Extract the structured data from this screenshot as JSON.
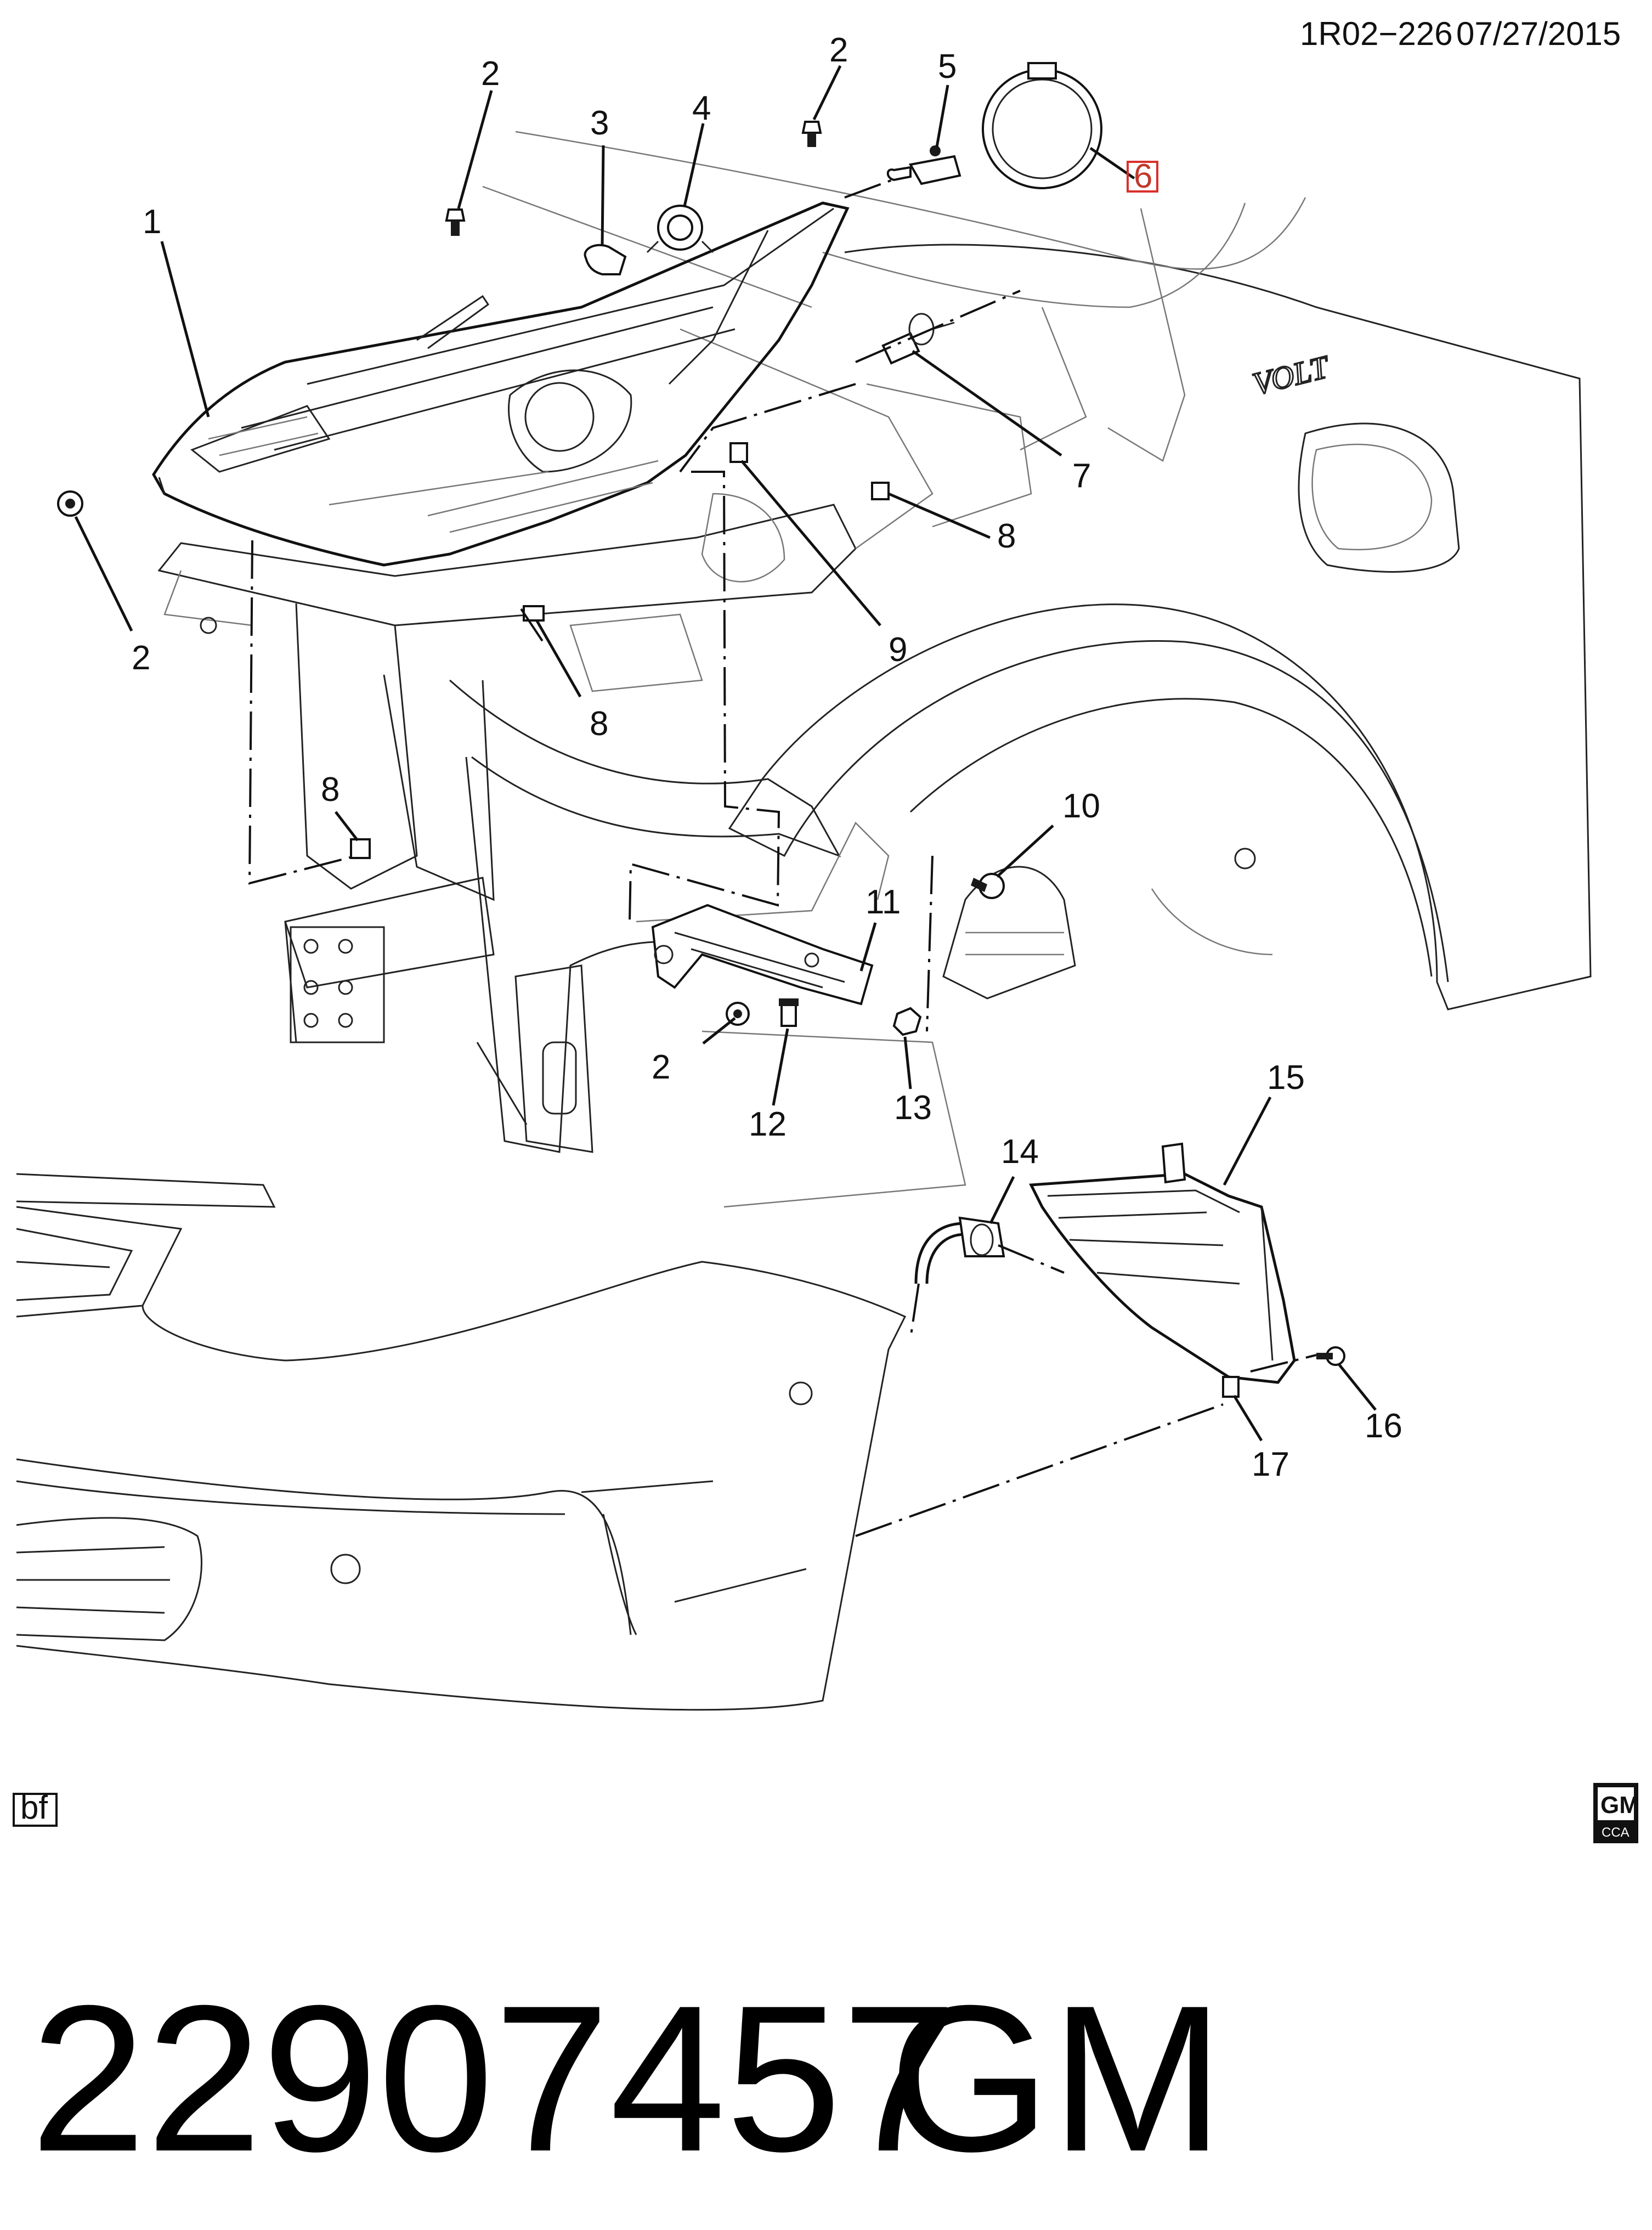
{
  "header": {
    "code": "1R02−226",
    "date": "07/27/2015"
  },
  "callouts": [
    {
      "id": "c1",
      "label": "1"
    },
    {
      "id": "c2a",
      "label": "2"
    },
    {
      "id": "c2b",
      "label": "2"
    },
    {
      "id": "c2c",
      "label": "2"
    },
    {
      "id": "c2d",
      "label": "2"
    },
    {
      "id": "c3",
      "label": "3"
    },
    {
      "id": "c4",
      "label": "4"
    },
    {
      "id": "c5",
      "label": "5"
    },
    {
      "id": "c6",
      "label": "6"
    },
    {
      "id": "c7",
      "label": "7"
    },
    {
      "id": "c8a",
      "label": "8"
    },
    {
      "id": "c8b",
      "label": "8"
    },
    {
      "id": "c8c",
      "label": "8"
    },
    {
      "id": "c9",
      "label": "9"
    },
    {
      "id": "c10",
      "label": "10"
    },
    {
      "id": "c11",
      "label": "11"
    },
    {
      "id": "c12",
      "label": "12"
    },
    {
      "id": "c13",
      "label": "13"
    },
    {
      "id": "c14",
      "label": "14"
    },
    {
      "id": "c15",
      "label": "15"
    },
    {
      "id": "c16",
      "label": "16"
    },
    {
      "id": "c17",
      "label": "17"
    }
  ],
  "fender_badge": "VOLT",
  "footer": {
    "code_box": "bf",
    "logo_top": "GM",
    "logo_bottom": "CCA"
  },
  "part": {
    "number": "22907457",
    "brand": "GM"
  },
  "colors": {
    "highlight": "#d9302b",
    "line": "#111111"
  }
}
